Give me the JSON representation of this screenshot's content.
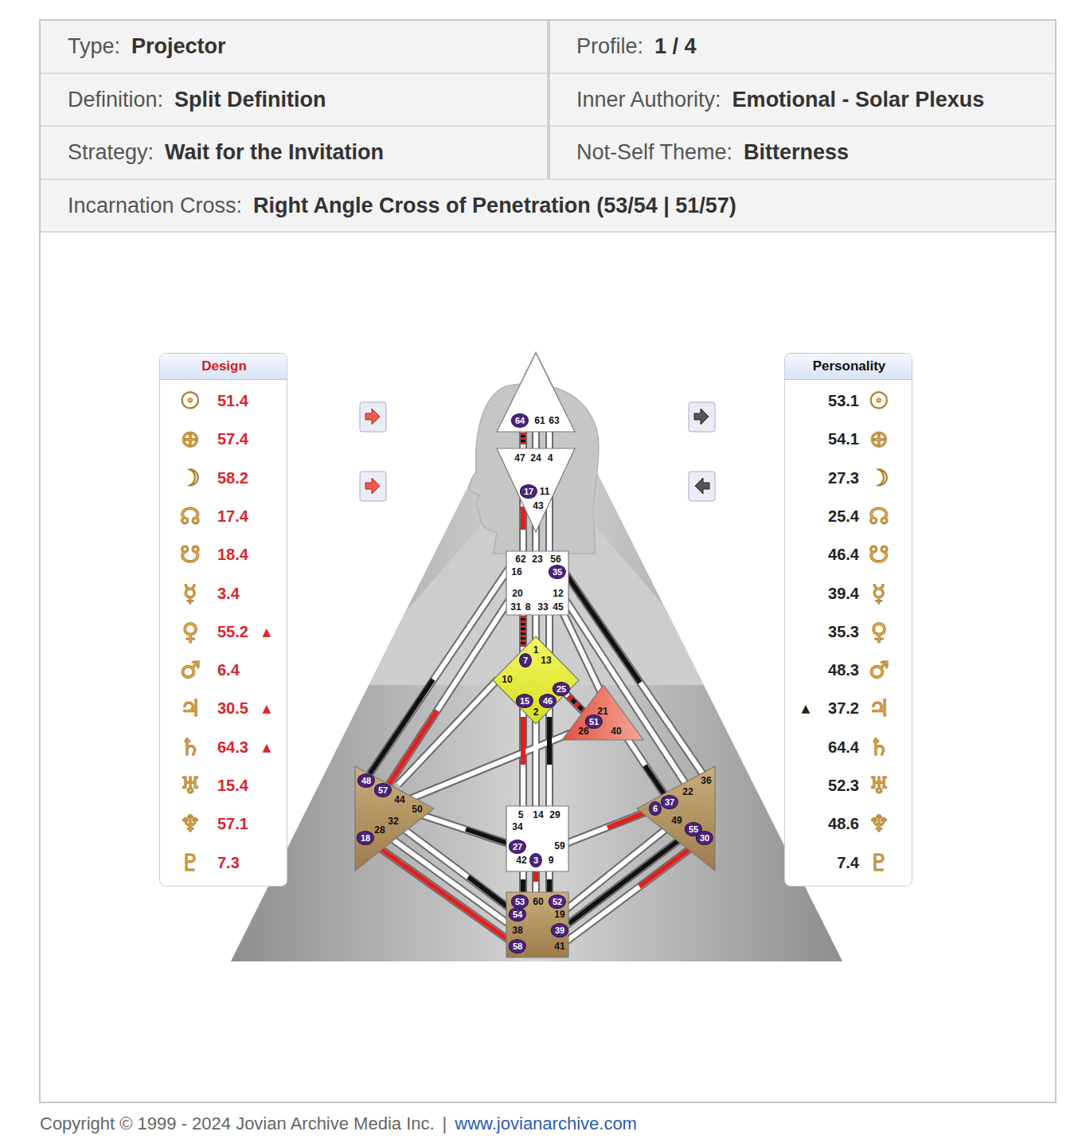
{
  "diagram": {
    "nodes": [
      {
        "text": [
          "Type:",
          "Projector"
        ]
      },
      {
        "text": [
          "Profile:",
          "1 / 4"
        ]
      },
      {
        "text": [
          "Definition:",
          "Split Definition"
        ]
      },
      {
        "text": [
          "Inner Authority:",
          "Emotional - Solar Plexus"
        ]
      },
      {
        "text": [
          "Strategy:",
          "Wait for the Invitation"
        ]
      },
      {
        "text": [
          "Not-Self Theme:",
          "Bitterness"
        ]
      },
      {
        "text": [
          "Incarnation Cross:",
          "Right Angle Cross of Penetration (53/54 | 51/57)"
        ]
      },
      {
        "text": [
          "Design",
          "☉",
          "51.4",
          "⊕",
          "57.4",
          "☽",
          "58.2",
          "☊",
          "17.4",
          "☋",
          "18.4",
          "☿",
          "3.4",
          "♀",
          "55.2",
          "▲",
          "♂",
          "6.4",
          "♃",
          "30.5",
          "▲",
          "♄",
          "64.3",
          "▲",
          "♅",
          "15.4",
          "♆",
          "57.1",
          "♇",
          "7.3"
        ]
      },
      {
        "text": [
          "61",
          "63"
        ]
      },
      {
        "text": [
          "64"
        ],
        "in": 8
      },
      {
        "text": [
          "47",
          "24",
          "4",
          "11",
          "43"
        ]
      },
      {
        "text": [
          "17"
        ],
        "in": 10
      },
      {
        "text": [
          "62",
          "23",
          "56",
          "16",
          "20",
          "12",
          "31",
          "8",
          "33",
          "45"
        ]
      },
      {
        "text": [
          "35"
        ],
        "in": 12
      },
      {
        "text": [
          "1",
          "13",
          "10",
          "2"
        ]
      },
      {
        "text": [
          "7"
        ],
        "in": 14
      },
      {
        "text": [
          "25"
        ],
        "in": 14
      },
      {
        "text": [
          "15"
        ],
        "in": 14
      },
      {
        "text": [
          "46"
        ],
        "in": 14
      },
      {
        "text": [
          "21",
          "26",
          "40"
        ]
      },
      {
        "text": [
          "51"
        ],
        "in": 19
      },
      {
        "text": [
          "44",
          "50",
          "32",
          "28"
        ]
      },
      {
        "text": [
          "48"
        ],
        "in": 21
      },
      {
        "text": [
          "57"
        ],
        "in": 21
      },
      {
        "text": [
          "18"
        ],
        "in": 21
      },
      {
        "text": [
          "36",
          "22",
          "49"
        ]
      },
      {
        "text": [
          "6"
        ],
        "in": 25
      },
      {
        "text": [
          "37"
        ],
        "in": 25
      },
      {
        "text": [
          "55"
        ],
        "in": 25
      },
      {
        "text": [
          "30"
        ],
        "in": 25
      },
      {
        "text": [
          "5",
          "14",
          "29",
          "34",
          "59",
          "42",
          "9"
        ]
      },
      {
        "text": [
          "27"
        ],
        "in": 30
      },
      {
        "text": [
          "3"
        ],
        "in": 30
      },
      {
        "text": [
          "60",
          "19",
          "38",
          "41"
        ]
      },
      {
        "text": [
          "53"
        ],
        "in": 33
      },
      {
        "text": [
          "54"
        ],
        "in": 33
      },
      {
        "text": [
          "52"
        ],
        "in": 33
      },
      {
        "text": [
          "39"
        ],
        "in": 33
      },
      {
        "text": [
          "58"
        ],
        "in": 33
      },
      {
        "text": [
          "Personality",
          "53.1",
          "☉",
          "54.1",
          "⊕",
          "27.3",
          "☽",
          "25.4",
          "☊",
          "46.4",
          "☋",
          "39.4",
          "☿",
          "35.3",
          "♀",
          "48.3",
          "♂",
          "▲",
          "37.2",
          "♃",
          "64.4",
          "♄",
          "52.3",
          "♅",
          "48.6",
          "♆",
          "7.4",
          "♇"
        ]
      }
    ],
    "edges": [
      {
        "from": 16,
        "to": 20,
        "arrow": "none"
      },
      {
        "from": 24,
        "to": 38,
        "arrow": "none"
      },
      {
        "from": 28,
        "to": 37,
        "arrow": "none"
      }
    ],
    "labels": [
      "Copyright © 1999 - 2024 Jovian Archive Media Inc.",
      "|",
      "www.jovianarchive.com"
    ]
  }
}
